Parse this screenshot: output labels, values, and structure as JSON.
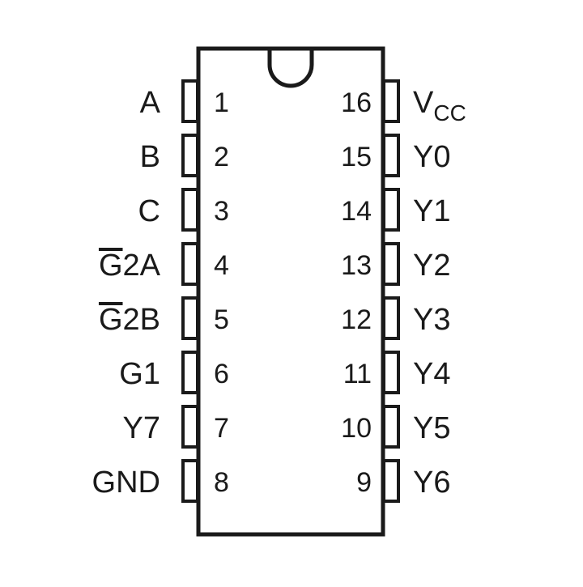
{
  "chip": {
    "left_pins": [
      {
        "number": "1",
        "name": "A",
        "active_low": false
      },
      {
        "number": "2",
        "name": "B",
        "active_low": false
      },
      {
        "number": "3",
        "name": "C",
        "active_low": false
      },
      {
        "number": "4",
        "name": "G2A",
        "active_low": true
      },
      {
        "number": "5",
        "name": "G2B",
        "active_low": true
      },
      {
        "number": "6",
        "name": "G1",
        "active_low": false
      },
      {
        "number": "7",
        "name": "Y7",
        "active_low": false
      },
      {
        "number": "8",
        "name": "GND",
        "active_low": false
      }
    ],
    "right_pins": [
      {
        "number": "16",
        "name": "V",
        "subscript": "CC",
        "active_low": false
      },
      {
        "number": "15",
        "name": "Y0",
        "active_low": false
      },
      {
        "number": "14",
        "name": "Y1",
        "active_low": false
      },
      {
        "number": "13",
        "name": "Y2",
        "active_low": false
      },
      {
        "number": "12",
        "name": "Y3",
        "active_low": false
      },
      {
        "number": "11",
        "name": "Y4",
        "active_low": false
      },
      {
        "number": "10",
        "name": "Y5",
        "active_low": false
      },
      {
        "number": "9",
        "name": "Y6",
        "active_low": false
      }
    ]
  },
  "colors": {
    "ink": "#1a1a1a",
    "background": "#ffffff"
  }
}
